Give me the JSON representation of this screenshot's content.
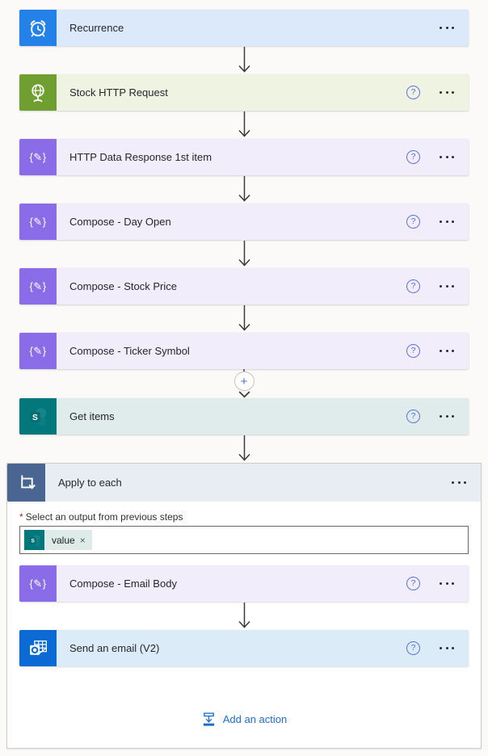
{
  "colors": {
    "recurrence_icon_bg": "#2381e8",
    "recurrence_card_bg": "#dbe9fa",
    "http_icon_bg": "#6f9f31",
    "http_card_bg": "#eef3e2",
    "compose_icon_bg": "#8b6ce8",
    "compose_card_bg": "#f1edfb",
    "sharepoint_icon_bg": "#03787c",
    "sharepoint_card_bg": "#dfeceb",
    "loop_icon_bg": "#4a6591",
    "loop_header_bg": "#e8edf3",
    "outlook_icon_bg": "#0b6ad4",
    "outlook_card_bg": "#dcebf8",
    "link_blue": "#1f6cc9",
    "required_red": "#a4262c",
    "help_blue": "#4f6bed",
    "arrow_gray": "#3b3a39"
  },
  "icons": {
    "help": "?",
    "add": "+",
    "compose_glyph": "{✎}",
    "recurrence": "clock-icon",
    "stock_http": "globe-icon",
    "compose": "braces-pencil-icon",
    "get_items": "sharepoint-icon",
    "apply_to_each": "loop-icon",
    "send_email": "outlook-icon",
    "add_action": "insert-action-icon"
  },
  "nodes": {
    "recurrence": {
      "label": "Recurrence"
    },
    "stock_http": {
      "label": "Stock HTTP Request"
    },
    "http_data": {
      "label": "HTTP Data Response 1st item"
    },
    "compose_day_open": {
      "label": "Compose - Day Open"
    },
    "compose_stock_price": {
      "label": "Compose - Stock Price"
    },
    "compose_ticker": {
      "label": "Compose - Ticker Symbol"
    },
    "get_items": {
      "label": "Get items"
    },
    "apply_to_each": {
      "label": "Apply to each",
      "required_marker": "*",
      "field_label": "Select an output from previous steps",
      "chip_label": "value",
      "chip_remove": "×",
      "compose_email": {
        "label": "Compose - Email Body"
      },
      "send_email": {
        "label": "Send an email (V2)"
      },
      "add_action_label": "Add an action"
    }
  }
}
